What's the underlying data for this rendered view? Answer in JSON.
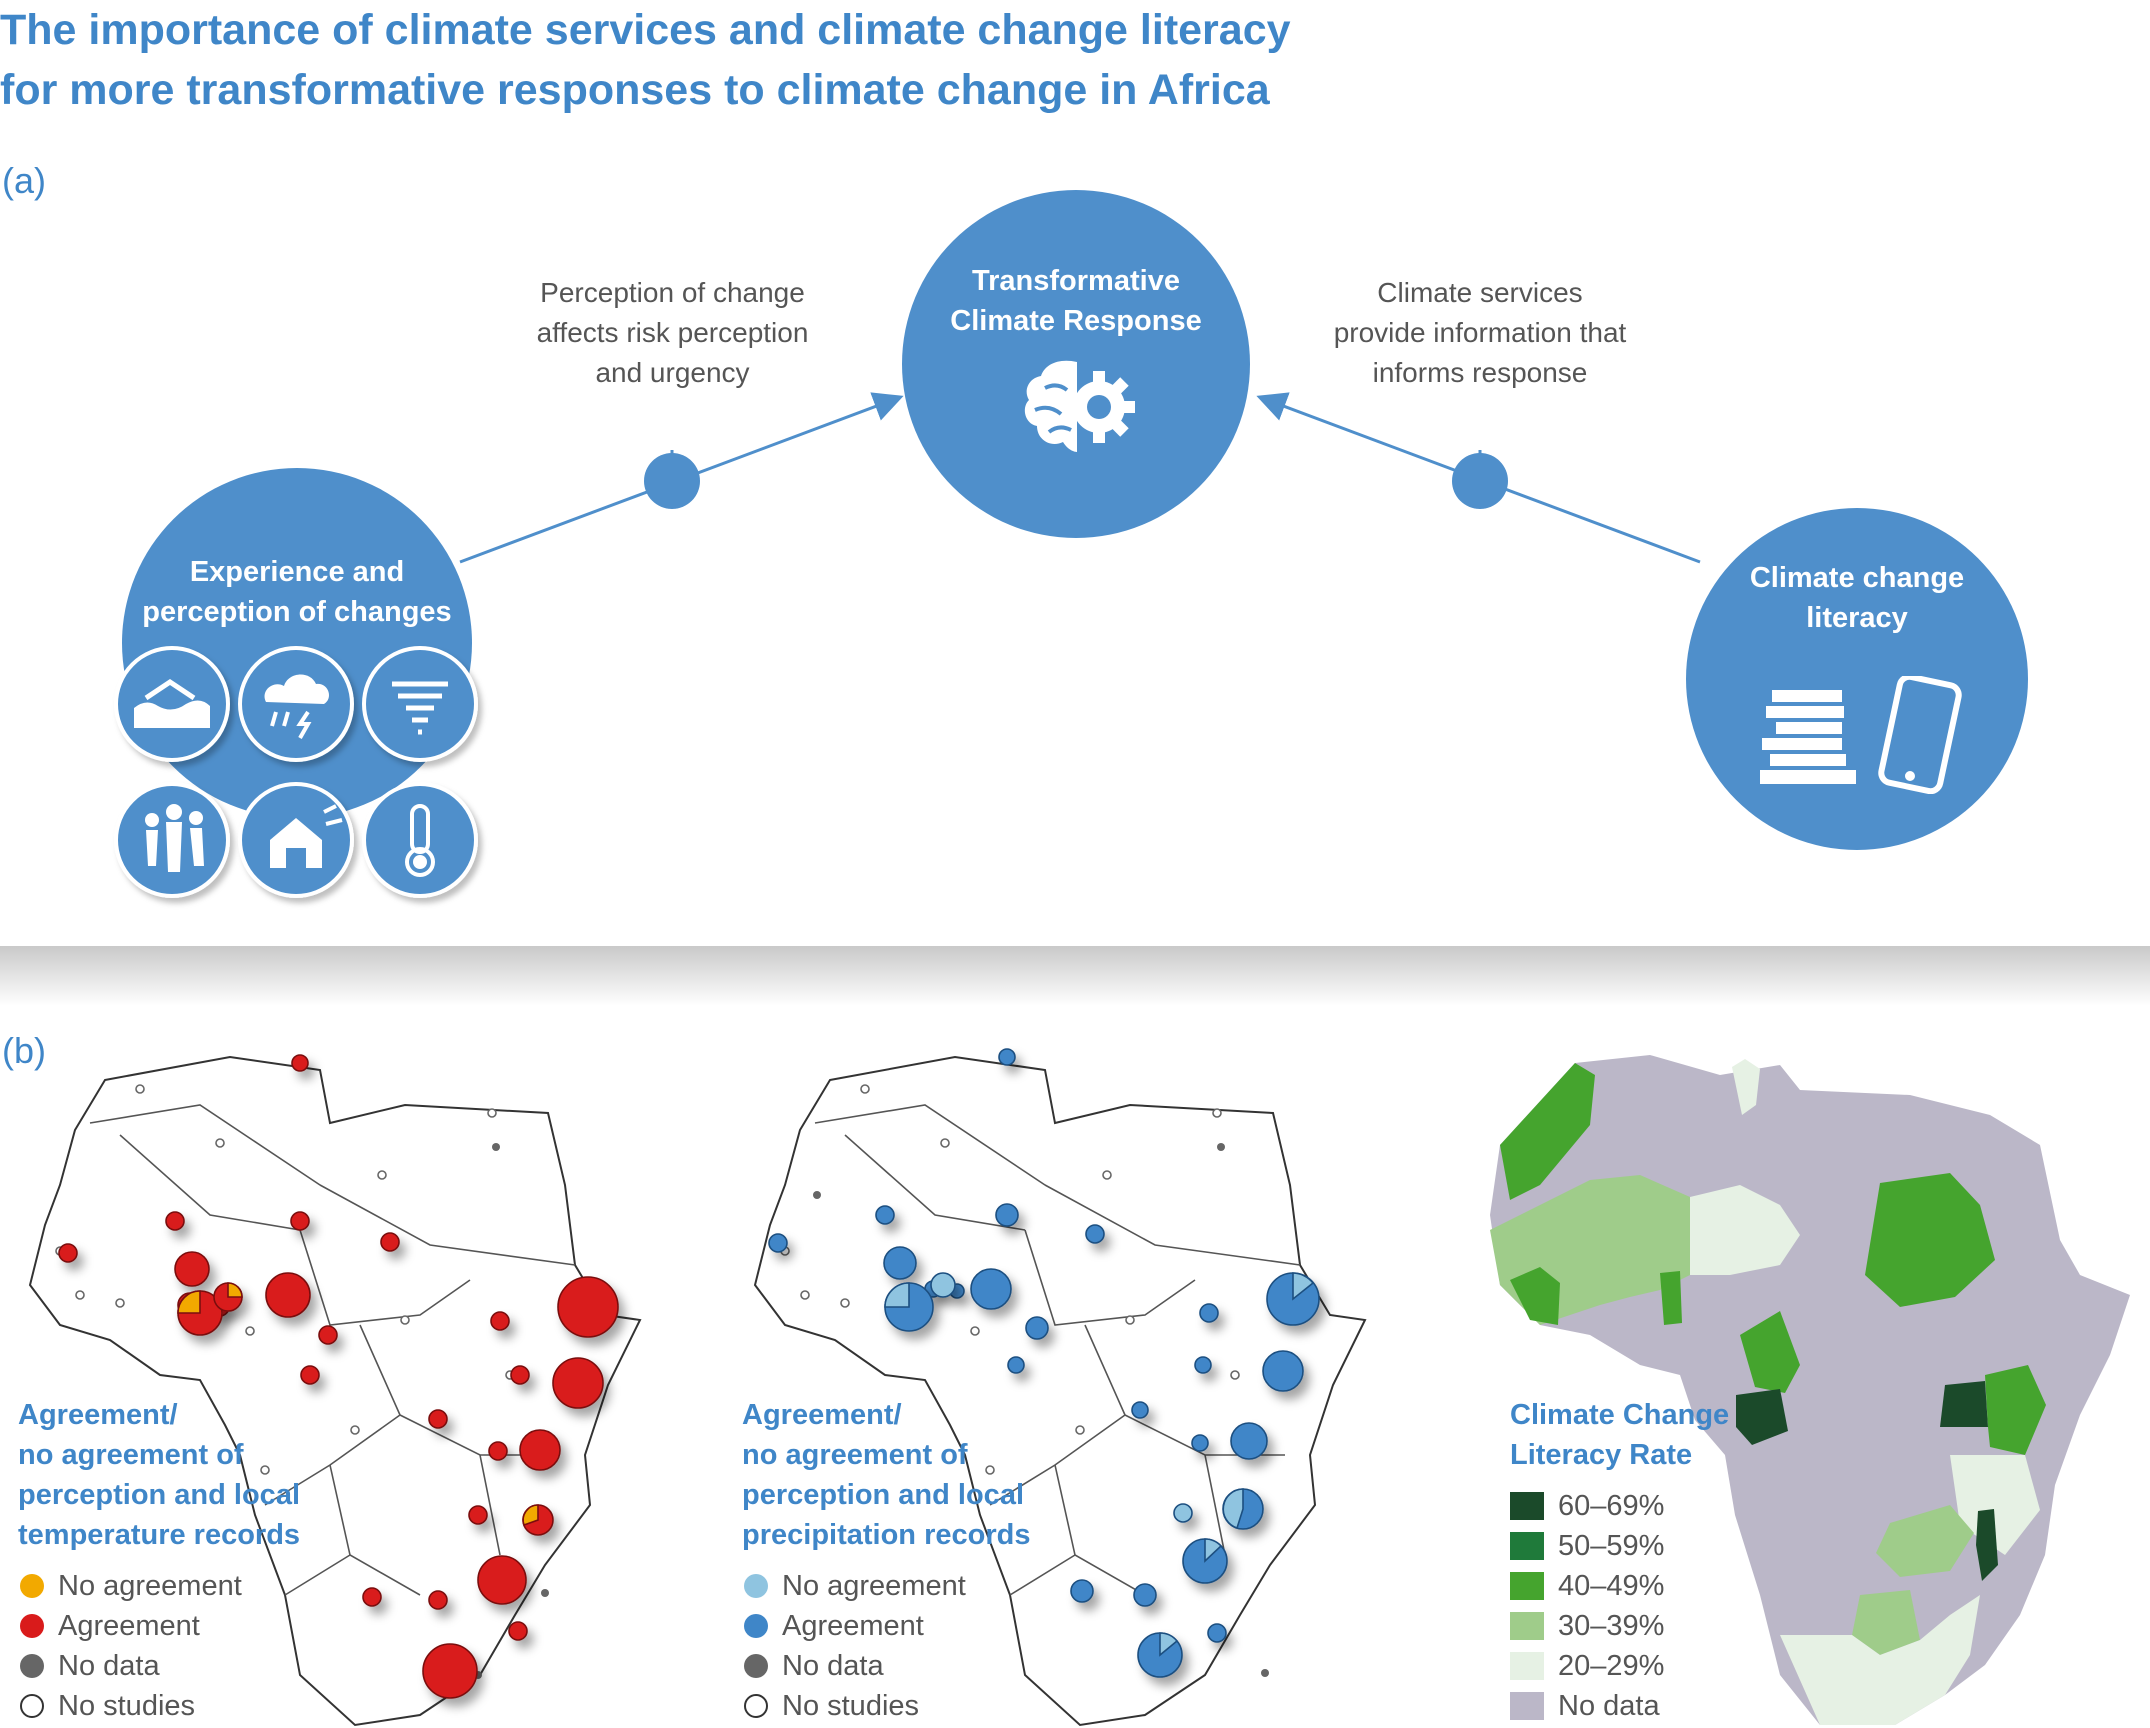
{
  "title": {
    "line1": "The importance of climate services and climate change literacy",
    "line2": "for more transformative responses to climate change in Africa"
  },
  "panel_a": {
    "label": "(a)",
    "center": {
      "line1": "Transformative",
      "line2": "Climate Response",
      "icon": "brain-gear-icon"
    },
    "left_circle": {
      "line1": "Experience and",
      "line2": "perception of changes",
      "icons": [
        "flood-icon",
        "storm-icon",
        "cyclone-icon",
        "migration-icon",
        "house-damage-icon",
        "thermometer-icon"
      ]
    },
    "right_circle": {
      "line1": "Climate change",
      "line2": "literacy",
      "icons": [
        "books-icon",
        "phone-icon"
      ]
    },
    "left_arrow_text": {
      "line1": "Perception of change",
      "line2": "affects risk perception",
      "line3": "and urgency"
    },
    "right_arrow_text": {
      "line1": "Climate services",
      "line2": "provide information that",
      "line3": "informs response"
    }
  },
  "panel_b": {
    "label": "(b)",
    "colors": {
      "temp_no_agreement": "#f2a900",
      "temp_agreement": "#d91b1b",
      "no_data": "#666666",
      "precip_no_agreement": "#8fc4e0",
      "precip_agreement": "#3f86c8",
      "no_studies": "#ffffff"
    },
    "map_temperature": {
      "legend_title": {
        "line1": "Agreement/",
        "line2": "no agreement of",
        "line3": "perception and local",
        "line4": "temperature records"
      },
      "legend": {
        "no_agreement": "No agreement",
        "agreement": "Agreement",
        "no_data": "No data",
        "no_studies": "No studies"
      }
    },
    "map_precipitation": {
      "legend_title": {
        "line1": "Agreement/",
        "line2": "no agreement of",
        "line3": "perception and local",
        "line4": "precipitation records"
      },
      "legend": {
        "no_agreement": "No agreement",
        "agreement": "Agreement",
        "no_data": "No data",
        "no_studies": "No studies"
      }
    },
    "map_literacy": {
      "legend_title": {
        "line1": "Climate Change",
        "line2": "Literacy Rate"
      },
      "legend": [
        {
          "label": "60–69%",
          "color": "#1b4a2a"
        },
        {
          "label": "50–59%",
          "color": "#1f7a3a"
        },
        {
          "label": "40–49%",
          "color": "#45a42e"
        },
        {
          "label": "30–39%",
          "color": "#9fcc8a"
        },
        {
          "label": "20–29%",
          "color": "#e6f1e4"
        },
        {
          "label": "No data",
          "color": "#bbb7c8"
        }
      ]
    }
  }
}
